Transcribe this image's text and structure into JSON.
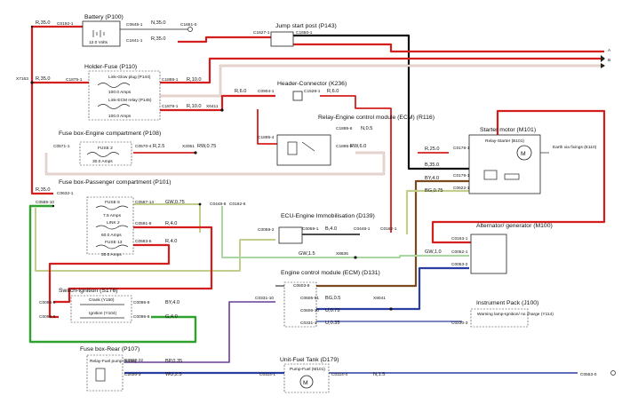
{
  "colors": {
    "red": "#d41e1e",
    "black": "#111111",
    "green": "#2ea12e",
    "brown": "#7a4a1e",
    "yellowgreen": "#c2cf8a",
    "blue": "#2a3da0",
    "purple": "#6a3d9a",
    "white_outline": "#c8a49a"
  },
  "components": {
    "battery": {
      "title": "Battery (P100)",
      "inner": "12.0 Volts",
      "c_in": "C0192-1",
      "c_out1": "C0645-1",
      "c_out2": "C1641-1",
      "c_gnd": "C1651-0"
    },
    "jump_start": {
      "title": "Jump start post (P143)",
      "c_in": "C1627-1",
      "c_out": "C1650-1"
    },
    "holder_fuse": {
      "title": "Holder-Fuse (P110)",
      "c_in": "C1875-1",
      "link1": "Link-Glow plug (P144)",
      "amp1": "100.0 Amps",
      "c_out1": "C1888-1",
      "link2": "Link-ECM relay (P145)",
      "amp2": "100.0 Amps",
      "c_out2": "C1878-1",
      "splice": "X6411"
    },
    "header_connector": {
      "title": "Header-Connector (K236)",
      "c_in": "C0904-1",
      "c_out": "C1528-1"
    },
    "fuse_box_engine": {
      "title": "Fuse box-Engine compartment (P108)",
      "c_in": "C0571-1",
      "fuse": "FUSE 2",
      "amp": "30.0 Amps",
      "c_out": "C0570-4",
      "splice": "X2051"
    },
    "relay_ecm": {
      "title": "Relay-Engine control module (ECM) (R116)",
      "c1": "C1895-4",
      "c2": "C1895-6",
      "c3": "C1895-2"
    },
    "starter": {
      "title": "Starter motor (M101)",
      "inner": "Relay-Starter (B101)",
      "c_in": "C0178-1",
      "c_out": "C0179-1",
      "c_ign": "C0622-1",
      "earth": "Earth via fixings (E110)"
    },
    "fuse_box_pass": {
      "title": "Fuse box-Passenger compartment (P101)",
      "c_in": "C0632-1",
      "c_left": "C0585-10",
      "fuse5": "FUSE 5",
      "amp5": "7.5 Amps",
      "c_f5": "C0587-14",
      "link2": "LINK 2",
      "amp_link": "60.0 Amps",
      "c_l2": "C0591-8",
      "fuse13": "FUSE 13",
      "amp13": "30.0 Amps",
      "c_f13": "C0583-5"
    },
    "ecu_immob": {
      "title": "ECU-Engine Immobilisation (D139)",
      "c1": "C0059-2",
      "c2": "C0059-1",
      "c3": "C0448-1",
      "c4": "C0162-1",
      "c5": "C0448-8",
      "c6": "C0162-6",
      "splice": "X8836"
    },
    "alternator": {
      "title": "Alternator/ generator (M100)",
      "c1": "C0163-1",
      "c2": "C0052-1",
      "c3": "C0053-2"
    },
    "switch_ignition": {
      "title": "Switch-Ignition (S176)",
      "crank": "Crank (Y150)",
      "ignition": "Ignition (Y104)",
      "c1": "C0096-5",
      "c2": "C0096-9",
      "c3": "C0096-6",
      "c4": "C0096-8"
    },
    "ecm": {
      "title": "Engine control module (ECM) (D131)",
      "c_top": "C0603-9",
      "c1": "C0331-10",
      "c2": "C0606-51",
      "c3": "C0606-10",
      "c4": "C0331-1",
      "splice": "X9041"
    },
    "instrument": {
      "title": "Instrument Pack (J100)",
      "inner": "Warning lamp-Ignition/ no charge (Y114)",
      "c": "C0230-3"
    },
    "fuse_box_rear": {
      "title": "Fuse box-Rear (P107)",
      "inner": "Relay-Fuel pump (R103)",
      "c1": "C2022-22",
      "c2": "C2020-3"
    },
    "fuel_tank": {
      "title": "Unit-Fuel Tank (D179)",
      "inner": "Pump-Fuel (M101)",
      "c1": "C0114-1",
      "c2": "C0114-4",
      "c_end": "C0553-0"
    }
  },
  "wires": {
    "w1": "R,35.0",
    "w2": "N,35.0",
    "w3": "R,35.0",
    "w4": "R,35.0",
    "w5": "R,10.0",
    "w6": "R,10.0",
    "w7": "R,6.0",
    "w8": "R,6.0",
    "w9": "N,0.5",
    "w10": "RW,6.0",
    "w11": "R,2.5",
    "w12": "RW,0.75",
    "w13": "R,25.0",
    "w14": "B,35.0",
    "w15": "R,35.0",
    "w16": "GW,0.75",
    "w17": "R,4.0",
    "w18": "R,4.0",
    "w19": "B,4.0",
    "w20": "BY,4.0",
    "w21": "BG,0.75",
    "w22": "GW,1.5",
    "w23": "GW,1.0",
    "w24": "BY,4.0",
    "w25": "G,4.0",
    "w26": "BG,0.5",
    "w27": "U,0.75",
    "w28": "U,0.35",
    "w29": "BP,0.35",
    "w30": "WU,2.5",
    "w31": "N,1.5",
    "splice_left": "X7163"
  },
  "edge": {
    "a": "A",
    "b": "B"
  }
}
